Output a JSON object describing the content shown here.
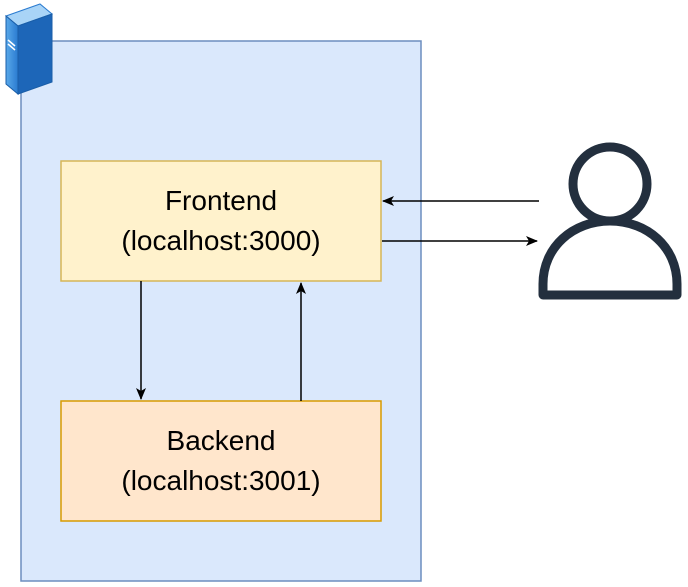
{
  "diagram": {
    "frontend": {
      "title": "Frontend",
      "address": "(localhost:3000)",
      "fill": "#fff2cc",
      "stroke": "#d6b656"
    },
    "backend": {
      "title": "Backend",
      "address": "(localhost:3001)",
      "fill": "#ffe6cc",
      "stroke": "#d79b00"
    },
    "container": {
      "fill": "#dae8fc",
      "stroke": "#6c8ebf"
    },
    "icons": [
      "server-icon",
      "user-icon"
    ],
    "colors": {
      "arrow": "#000000",
      "user_icon": "#232f3e",
      "server_icon": "#3b8fd9"
    }
  }
}
